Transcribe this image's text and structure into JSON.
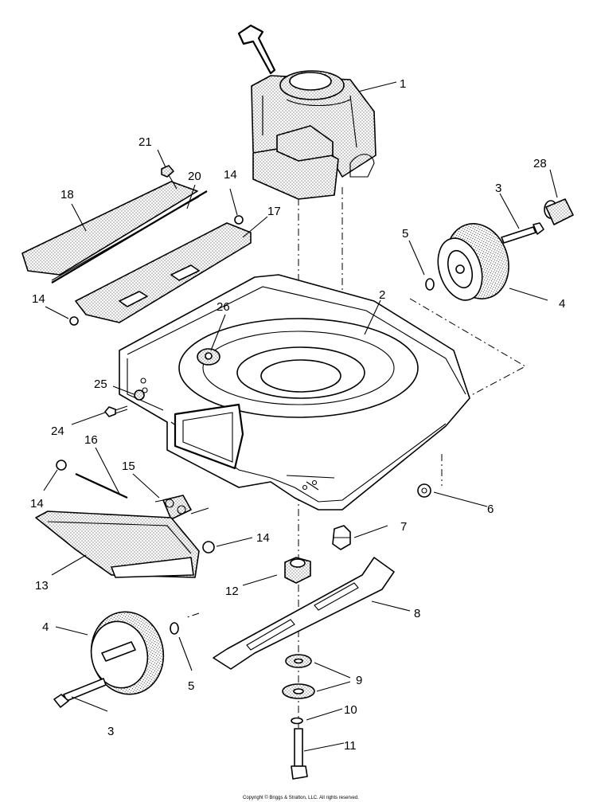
{
  "callouts": [
    {
      "id": "c1",
      "text": "1"
    },
    {
      "id": "c2",
      "text": "2"
    },
    {
      "id": "c3a",
      "text": "3"
    },
    {
      "id": "c3b",
      "text": "3"
    },
    {
      "id": "c4a",
      "text": "4"
    },
    {
      "id": "c4b",
      "text": "4"
    },
    {
      "id": "c5a",
      "text": "5"
    },
    {
      "id": "c5b",
      "text": "5"
    },
    {
      "id": "c6",
      "text": "6"
    },
    {
      "id": "c7",
      "text": "7"
    },
    {
      "id": "c8",
      "text": "8"
    },
    {
      "id": "c9",
      "text": "9"
    },
    {
      "id": "c10",
      "text": "10"
    },
    {
      "id": "c11",
      "text": "11"
    },
    {
      "id": "c12",
      "text": "12"
    },
    {
      "id": "c13",
      "text": "13"
    },
    {
      "id": "c14a",
      "text": "14"
    },
    {
      "id": "c14b",
      "text": "14"
    },
    {
      "id": "c14c",
      "text": "14"
    },
    {
      "id": "c14d",
      "text": "14"
    },
    {
      "id": "c15",
      "text": "15"
    },
    {
      "id": "c16",
      "text": "16"
    },
    {
      "id": "c17",
      "text": "17"
    },
    {
      "id": "c18",
      "text": "18"
    },
    {
      "id": "c20",
      "text": "20"
    },
    {
      "id": "c21",
      "text": "21"
    },
    {
      "id": "c24",
      "text": "24"
    },
    {
      "id": "c25",
      "text": "25"
    },
    {
      "id": "c26",
      "text": "26"
    },
    {
      "id": "c28",
      "text": "28"
    }
  ],
  "copyright": "Copyright © Briggs & Stratton, LLC. All rights reserved."
}
